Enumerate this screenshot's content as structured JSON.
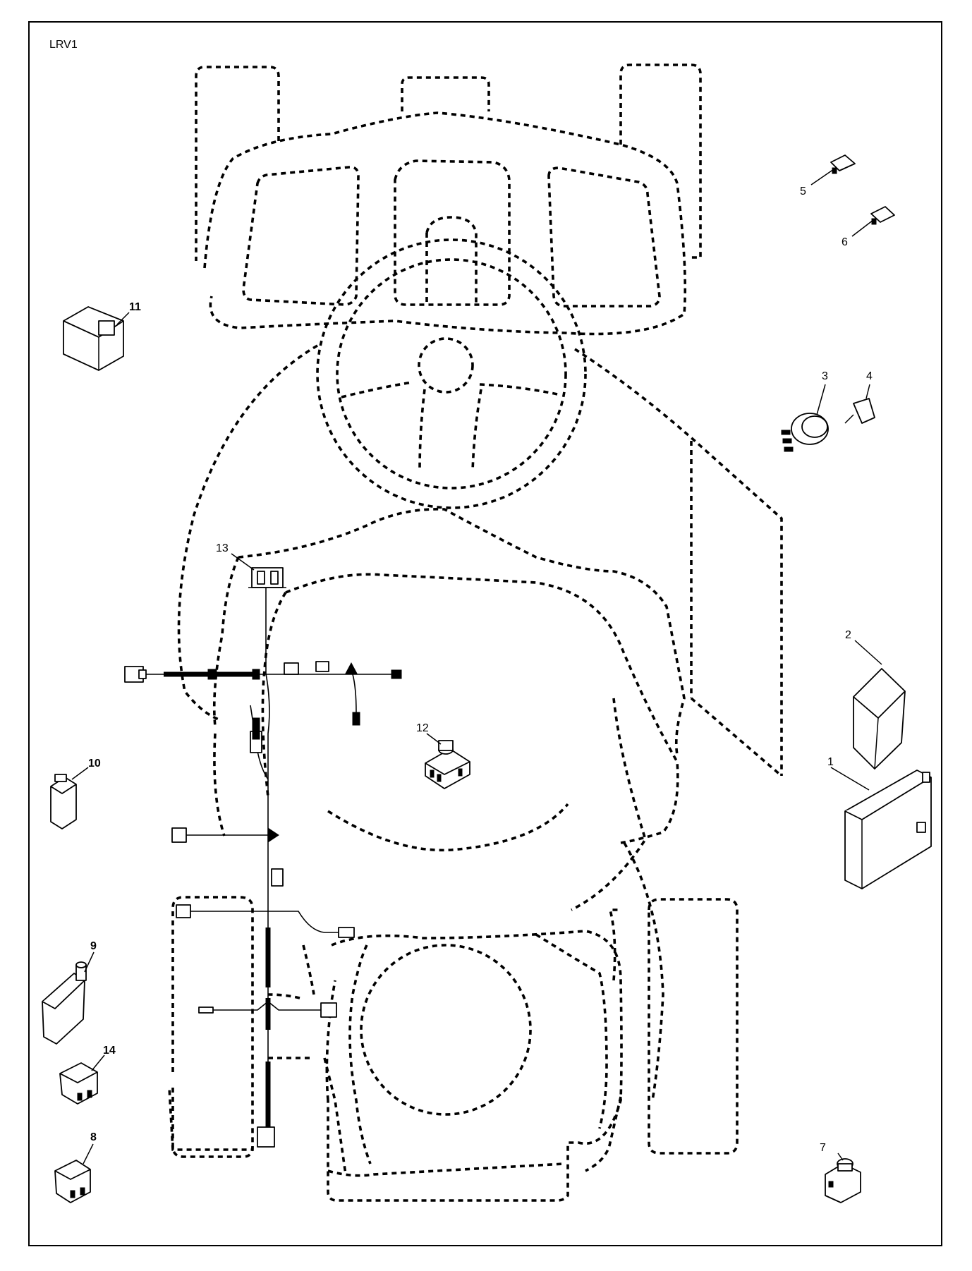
{
  "diagram": {
    "reference_code": "LRV1",
    "callouts": [
      {
        "id": "1",
        "label": "1"
      },
      {
        "id": "2",
        "label": "2"
      },
      {
        "id": "3",
        "label": "3"
      },
      {
        "id": "4",
        "label": "4"
      },
      {
        "id": "5",
        "label": "5"
      },
      {
        "id": "6",
        "label": "6"
      },
      {
        "id": "7",
        "label": "7"
      },
      {
        "id": "8",
        "label": "8"
      },
      {
        "id": "9",
        "label": "9"
      },
      {
        "id": "10",
        "label": "10"
      },
      {
        "id": "11",
        "label": "11"
      },
      {
        "id": "12",
        "label": "12"
      },
      {
        "id": "13",
        "label": "13"
      },
      {
        "id": "14",
        "label": "14"
      }
    ]
  }
}
